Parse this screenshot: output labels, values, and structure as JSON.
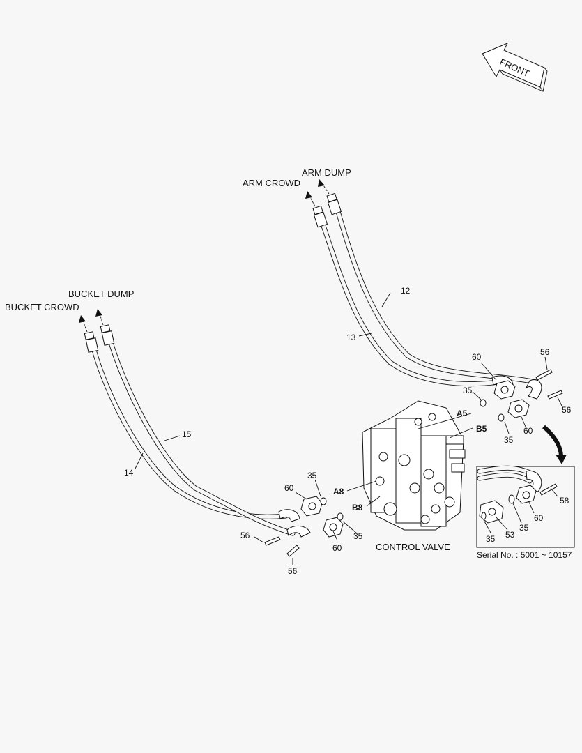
{
  "front_label": "FRONT",
  "labels": {
    "arm_crowd": "ARM CROWD",
    "arm_dump": "ARM DUMP",
    "bucket_dump": "BUCKET DUMP",
    "bucket_crowd": "BUCKET CROWD",
    "control_valve": "CONTROL VALVE",
    "serial": "Serial No. : 5001 ~ 10157"
  },
  "ports": {
    "a5": "A5",
    "b5": "B5",
    "a8": "A8",
    "b8": "B8"
  },
  "part_numbers": {
    "p12": "12",
    "p13": "13",
    "p14": "14",
    "p15": "15",
    "p60_top": "60",
    "p35_top": "35",
    "p56_top": "56",
    "p56_right": "56",
    "p35_b5": "35",
    "p60_b5": "60",
    "p60_left": "60",
    "p35_left": "35",
    "p35_b8": "35",
    "p60_b8": "60",
    "p56_left": "56",
    "p56_bottom": "56",
    "d58": "58",
    "d60": "60",
    "d35a": "35",
    "d53": "53",
    "d35b": "35"
  }
}
